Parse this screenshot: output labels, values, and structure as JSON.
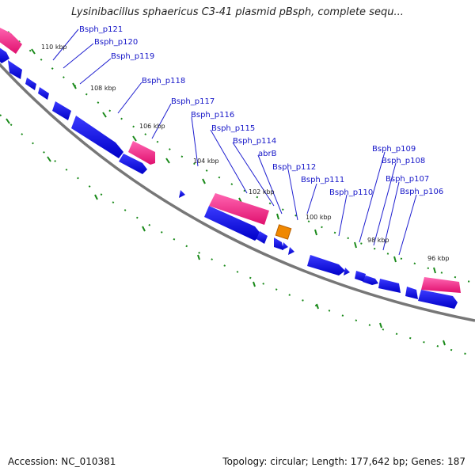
{
  "title": "Lysinibacillus sphaericus C3-41 plasmid pBsph, complete sequ...",
  "footer": {
    "accession": "Accession: NC_010381",
    "summary": "Topology: circular; Length: 177,642 bp; Genes: 187"
  },
  "colors": {
    "backbone": "#777777",
    "forward_cds": "#0000ee",
    "reverse_cds": "#ee1188",
    "other": "#f08800",
    "gc_dots": "#1a7a1a",
    "label": "#1515c8"
  },
  "tick_labels": [
    "110 kbp",
    "108 kbp",
    "106 kbp",
    "104 kbp",
    "102 kbp",
    "100 kbp",
    "98 kbp",
    "96 kbp"
  ],
  "gene_labels": [
    "Bsph_p121",
    "Bsph_p120",
    "Bsph_p119",
    "Bsph_p118",
    "Bsph_p117",
    "Bsph_p116",
    "Bsph_p115",
    "Bsph_p114",
    "abrB",
    "Bsph_p112",
    "Bsph_p111",
    "Bsph_p110",
    "Bsph_p109",
    "Bsph_p108",
    "Bsph_p107",
    "Bsph_p106"
  ]
}
